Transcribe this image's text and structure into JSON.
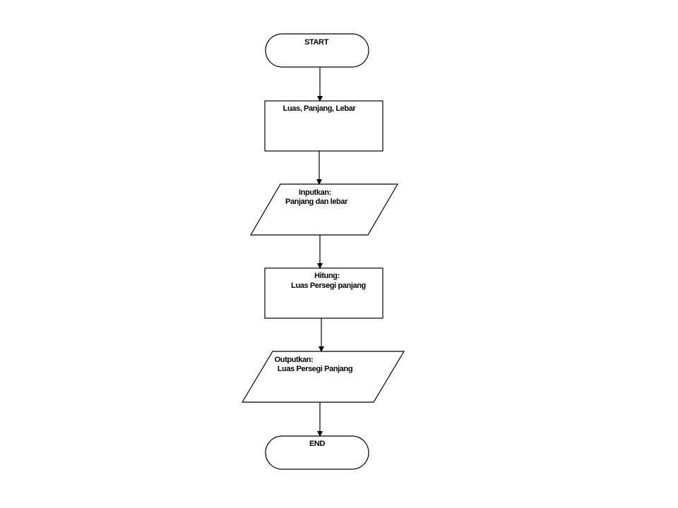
{
  "flowchart": {
    "start": {
      "label": "START"
    },
    "variables": {
      "label": "Luas, Panjang, Lebar"
    },
    "input": {
      "line1": "Inputkan:",
      "line2": "Panjang dan lebar"
    },
    "process": {
      "line1": "Hitung:",
      "line2": "Luas Persegi panjang"
    },
    "output": {
      "line1": "Outputkan:",
      "line2": "Luas Persegi Panjang"
    },
    "end": {
      "label": "END"
    }
  },
  "colors": {
    "stroke": "#000000",
    "fill": "#ffffff",
    "text": "#000000"
  }
}
